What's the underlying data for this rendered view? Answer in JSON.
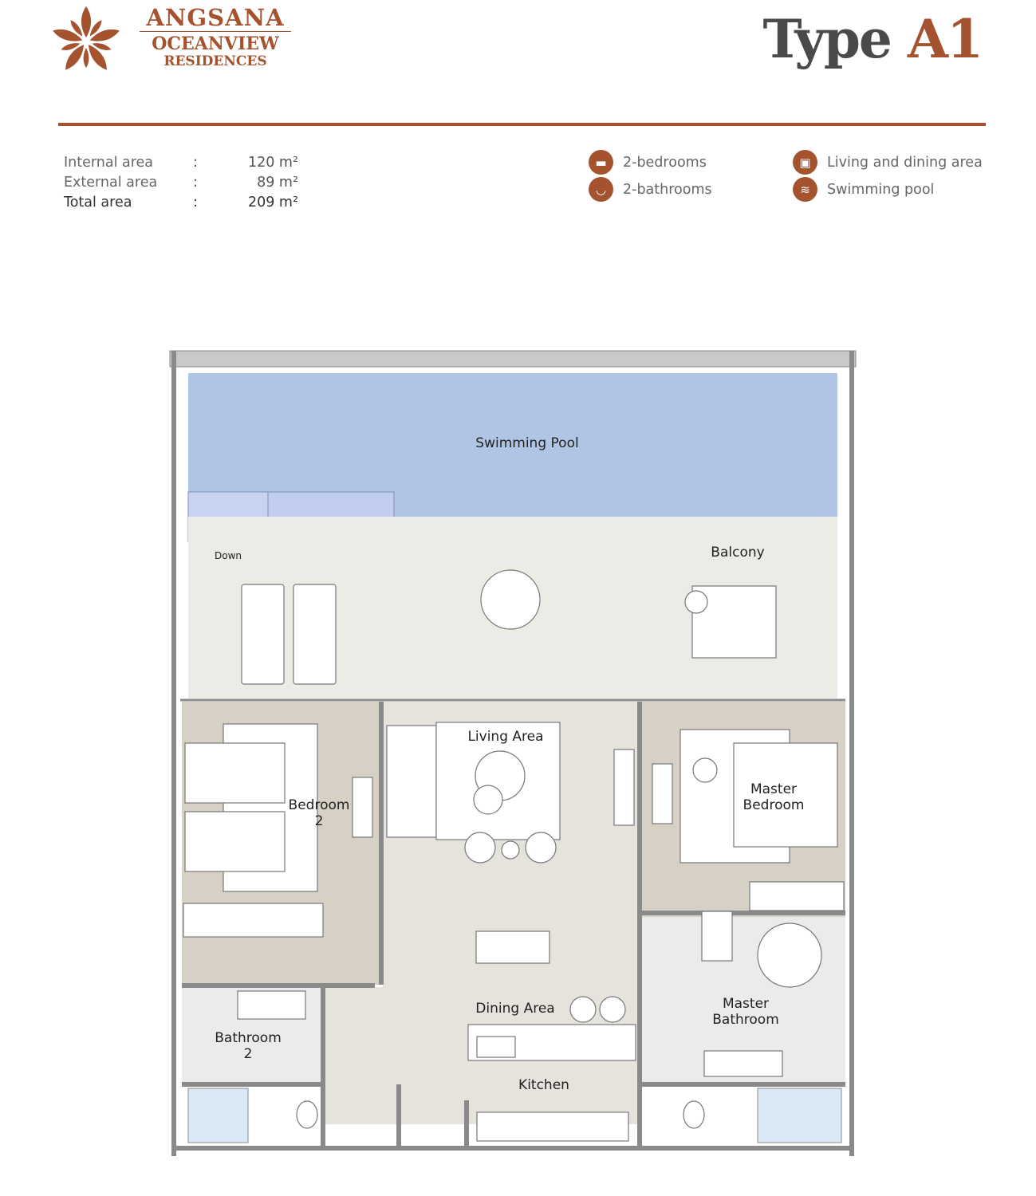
{
  "brand": {
    "line1": "ANGSANA",
    "line2": "OCEANVIEW",
    "line3": "RESIDENCES"
  },
  "title": {
    "prefix": "Type",
    "code": "A1"
  },
  "areas": [
    {
      "label": "Internal area",
      "sep": ":",
      "value": "120 m²"
    },
    {
      "label": "External area",
      "sep": ":",
      "value": "89 m²"
    },
    {
      "label": "Total area",
      "sep": ":",
      "value": "209 m²"
    }
  ],
  "features": [
    {
      "icon": "bed-icon",
      "label": "2-bedrooms"
    },
    {
      "icon": "bathtub-icon",
      "label": "2-bathrooms"
    },
    {
      "icon": "armchair-lamp-icon",
      "label": "Living and dining area"
    },
    {
      "icon": "pool-ladder-icon",
      "label": "Swimming pool"
    }
  ],
  "rooms": {
    "pool": "Swimming Pool",
    "down": "Down",
    "balcony": "Balcony",
    "living": "Living Area",
    "bedroom2_a": "Bedroom",
    "bedroom2_b": "2",
    "master_a": "Master",
    "master_b": "Bedroom",
    "dining": "Dining Area",
    "bath2_a": "Bathroom",
    "bath2_b": "2",
    "mbath_a": "Master",
    "mbath_b": "Bathroom",
    "kitchen": "Kitchen"
  },
  "colors": {
    "brand": "#a4532e",
    "pool": "#b0c4e4",
    "floor_tan": "#d6d1c4"
  }
}
